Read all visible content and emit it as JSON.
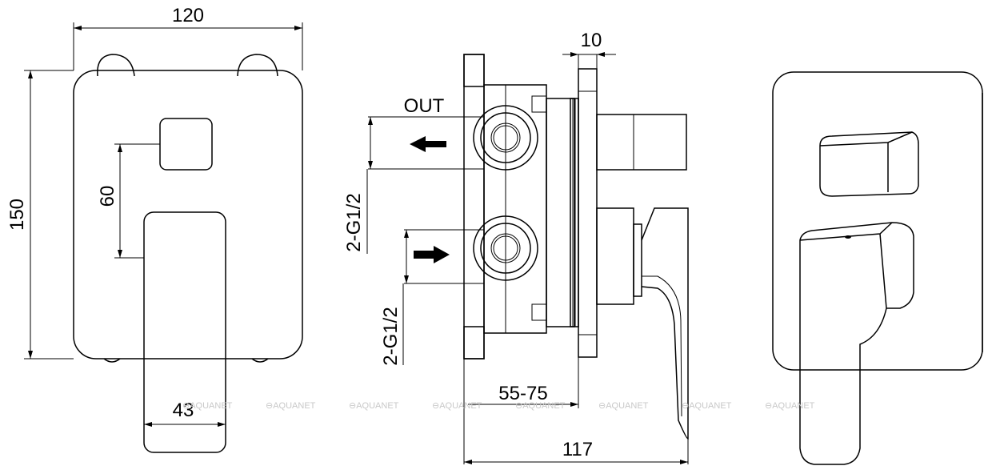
{
  "brand_watermark": "AQUANET",
  "front_view": {
    "width": "120",
    "height": "150",
    "knob_to_lever": "60",
    "lever_width": "43"
  },
  "side_view": {
    "plate_thickness": "10",
    "outlet_label": "OUT",
    "outlet_thread": "2-G1/2",
    "inlet_thread": "2-G1/2",
    "install_depth": "55-75",
    "total_depth": "117"
  },
  "colors": {
    "line": "#000000",
    "watermark": "#c8c8c8"
  }
}
